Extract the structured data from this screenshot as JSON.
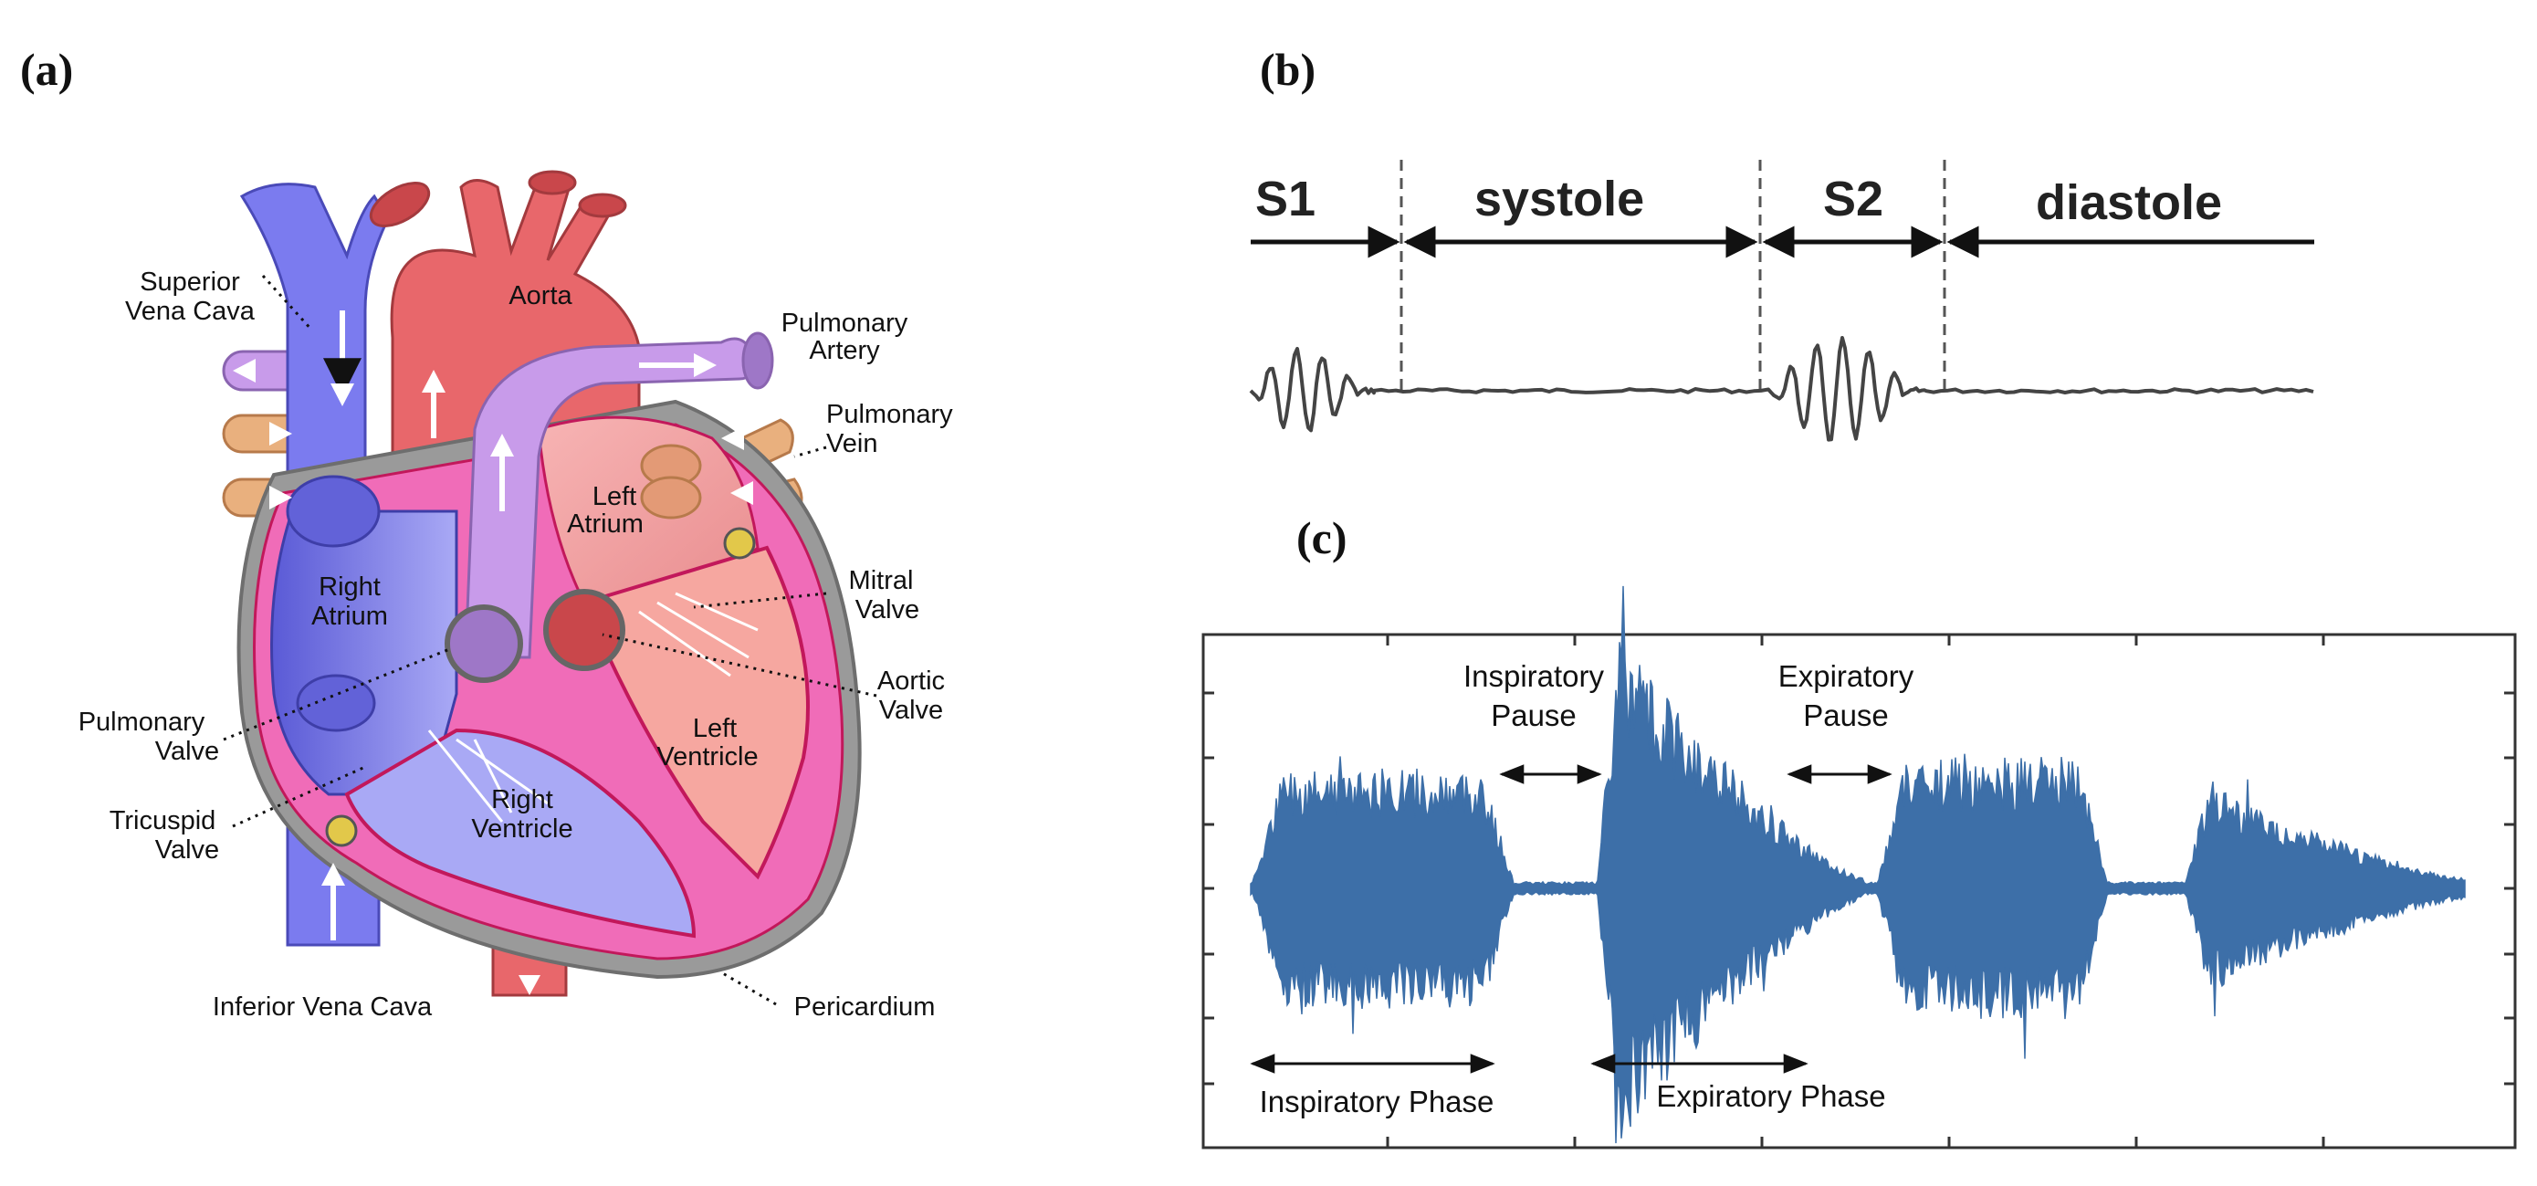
{
  "panels": {
    "a": {
      "label": "(a)",
      "labels": {
        "superior_vena_cava": [
          "Superior",
          "Vena Cava"
        ],
        "aorta": [
          "Aorta"
        ],
        "pulmonary_artery": [
          "Pulmonary",
          "Artery"
        ],
        "pulmonary_vein": [
          "Pulmonary",
          "Vein"
        ],
        "left_atrium": [
          "Left",
          "Atrium"
        ],
        "right_atrium": [
          "Right",
          "Atrium"
        ],
        "mitral_valve": [
          "Mitral",
          "Valve"
        ],
        "aortic_valve": [
          "Aortic",
          "Valve"
        ],
        "pulmonary_valve": [
          "Pulmonary",
          "Valve"
        ],
        "tricuspid_valve": [
          "Tricuspid",
          "Valve"
        ],
        "left_ventricle": [
          "Left",
          "Ventricle"
        ],
        "right_ventricle": [
          "Right",
          "Ventricle"
        ],
        "inferior_vena_cava": [
          "Inferior Vena Cava"
        ],
        "pericardium": [
          "Pericardium"
        ]
      },
      "colors": {
        "vein_blue": "#7B7BEF",
        "artery_red": "#E8676B",
        "pulmonary_purple": "#C89BEA",
        "pulmonary_vein_tan": "#E9B07E",
        "myocardium_pink": "#F06CB8",
        "pericardium_gray": "#8C8C8C"
      }
    },
    "b": {
      "label": "(b)",
      "segments": [
        "S1",
        "systole",
        "S2",
        "diastole"
      ],
      "colors": {
        "trace": "#444444"
      }
    },
    "c": {
      "label": "(c)",
      "annotations": {
        "inspiratory_pause": [
          "Inspiratory",
          "Pause"
        ],
        "expiratory_pause": [
          "Expiratory",
          "Pause"
        ],
        "inspiratory_phase": "Inspiratory Phase",
        "expiratory_phase": "Expiratory Phase"
      },
      "colors": {
        "waveform": "#3D6FA8",
        "frame": "#333333"
      }
    }
  }
}
